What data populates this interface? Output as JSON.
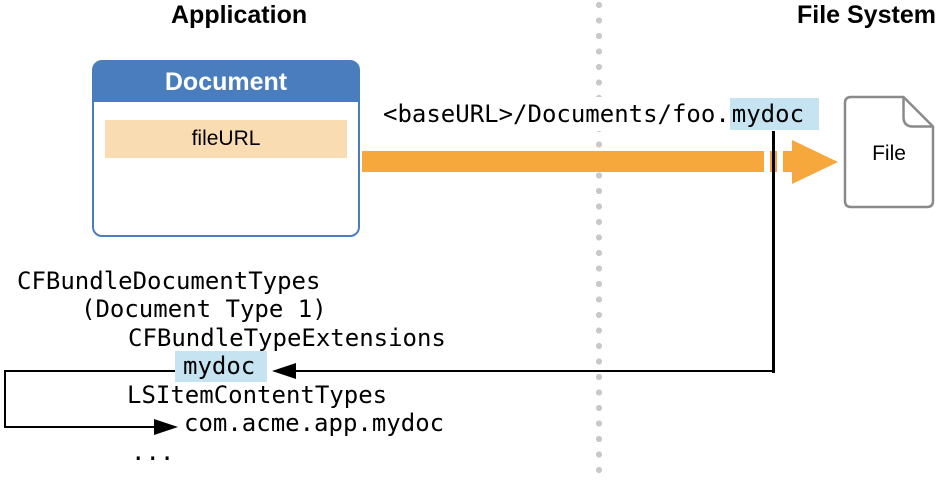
{
  "sections": {
    "application": "Application",
    "file_system": "File System"
  },
  "document_box": {
    "title": "Document",
    "property": "fileURL"
  },
  "file_path": {
    "prefix": "<baseURL>/Documents/foo.",
    "extension": "mydoc"
  },
  "file_icon": {
    "icon": "document-page-icon",
    "label": "File"
  },
  "plist": {
    "lines": [
      {
        "text": "CFBundleDocumentTypes",
        "highlight": false
      },
      {
        "text": "(Document Type 1)",
        "highlight": false
      },
      {
        "text": "CFBundleTypeExtensions",
        "highlight": false
      },
      {
        "text": "mydoc",
        "highlight": true
      },
      {
        "text": "LSItemContentTypes",
        "highlight": false
      },
      {
        "text": "com.acme.app.mydoc",
        "highlight": false
      },
      {
        "text": "...",
        "highlight": false
      }
    ]
  },
  "colors": {
    "header_blue": "#4A7DBE",
    "fileurl_peach": "#FADCB3",
    "arrow_orange": "#F7A83D",
    "highlight_blue": "#C5E3F1",
    "icon_gray": "#8A8A8A",
    "dot_gray": "#C9C9C9",
    "line_black": "#000000"
  }
}
